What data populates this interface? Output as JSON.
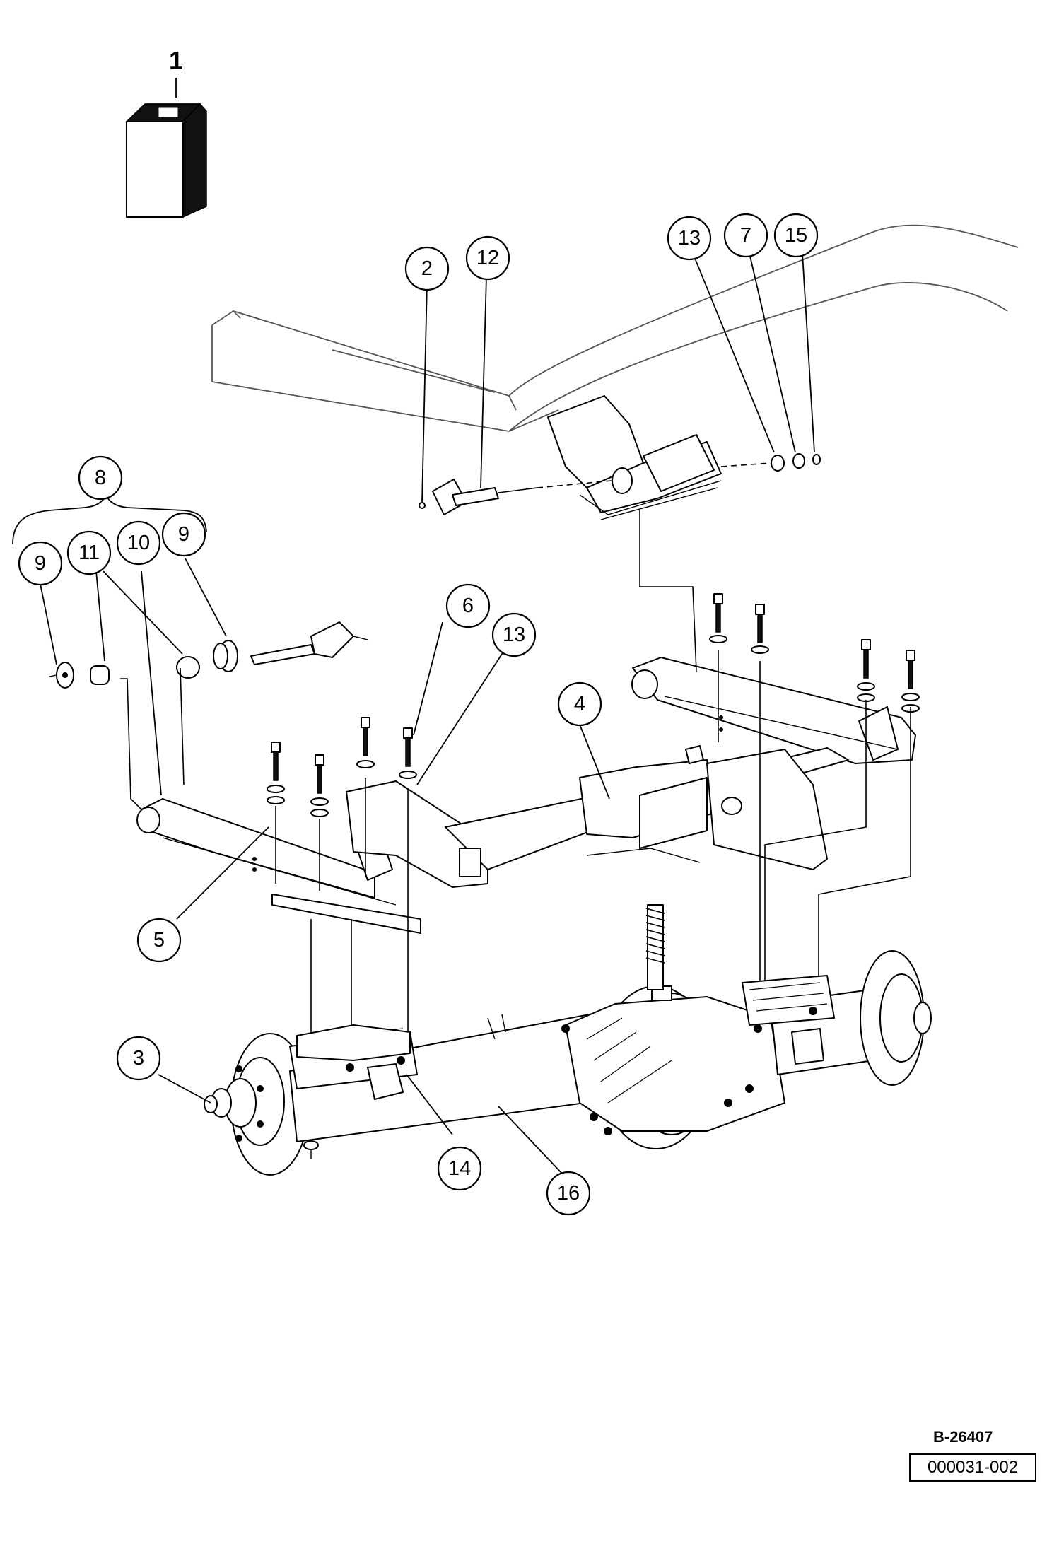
{
  "kit_label": "1",
  "callouts": {
    "c2": "2",
    "c12": "12",
    "c13_top": "13",
    "c7": "7",
    "c15": "15",
    "c8": "8",
    "c9_left": "9",
    "c11": "11",
    "c10": "10",
    "c9_right": "9",
    "c6": "6",
    "c13_mid": "13",
    "c4": "4",
    "c5": "5",
    "c3": "3",
    "c14": "14",
    "c16": "16"
  },
  "figure_code": "B-26407",
  "page_code": "000031-002"
}
